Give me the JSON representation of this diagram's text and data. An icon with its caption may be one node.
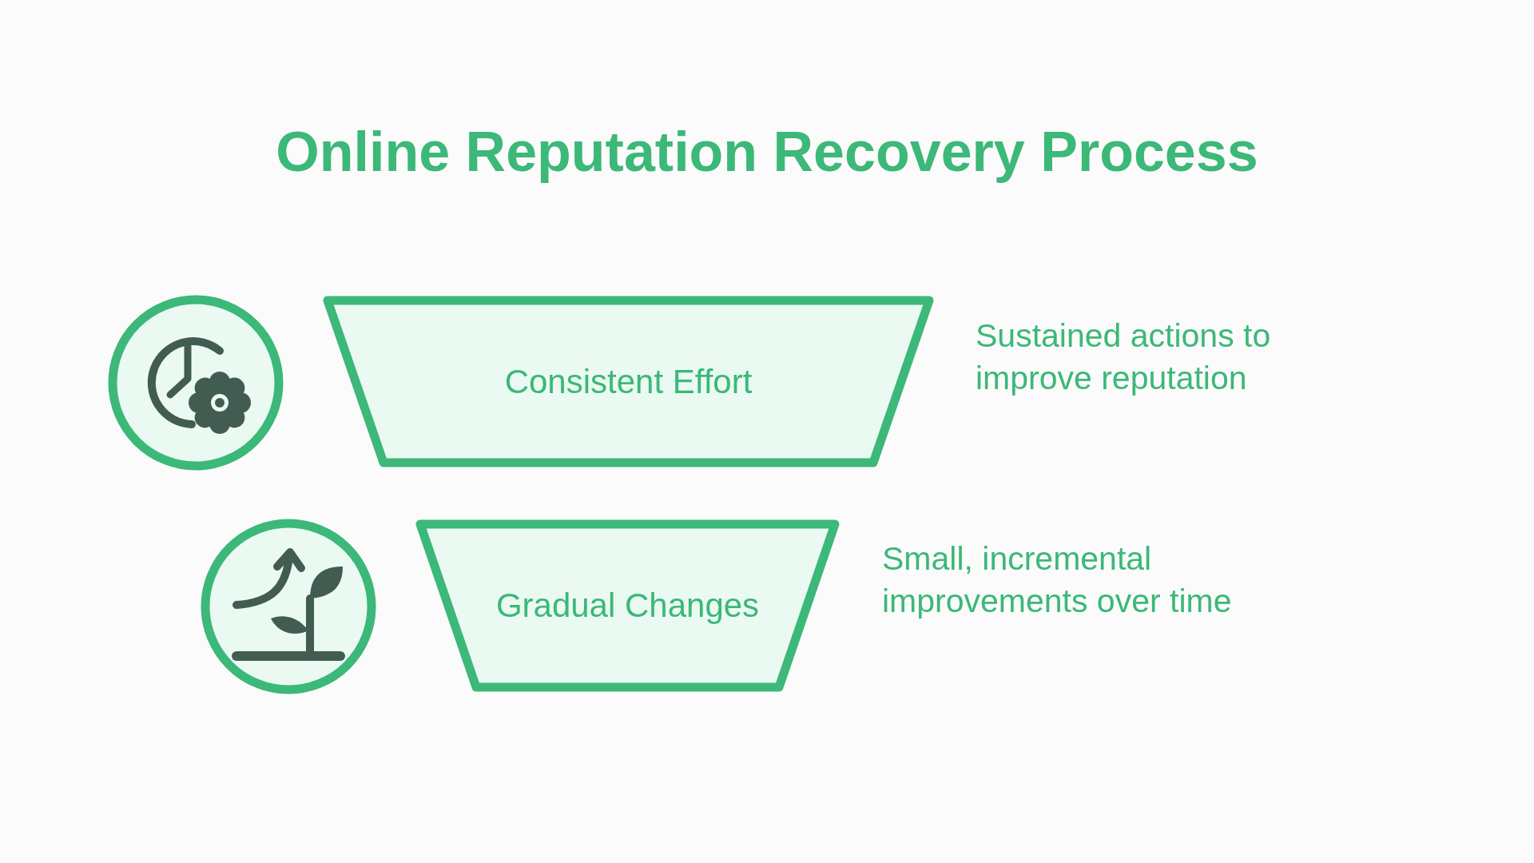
{
  "diagram": {
    "title": "Online Reputation Recovery Process",
    "nodes": [
      {
        "text": [],
        "shape": "circle"
      },
      {
        "text": [
          "Consistent Effort"
        ],
        "beside": [
          "Sustained actions to improve reputation"
        ]
      },
      {
        "text": [],
        "shape": "circle"
      },
      {
        "text": [
          "Gradual Changes"
        ],
        "beside": [
          "Small, incremental improvements over time"
        ]
      }
    ],
    "edges": []
  }
}
